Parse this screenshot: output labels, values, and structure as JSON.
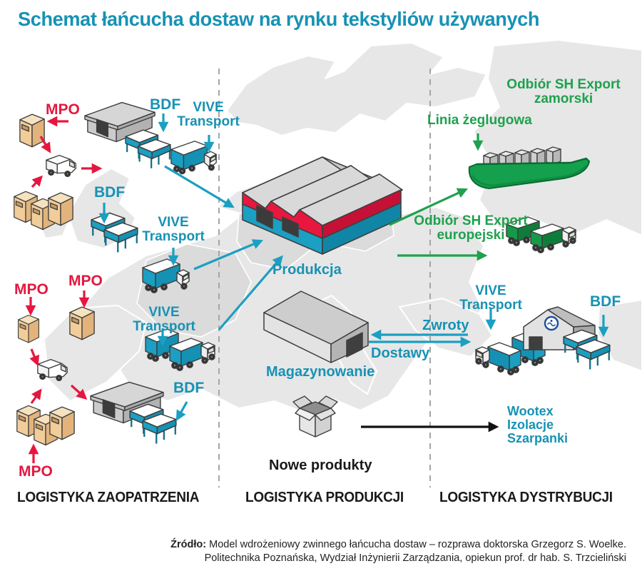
{
  "title": "Schemat łańcucha dostaw na rynku tekstyliów używanych",
  "colors": {
    "accent_teal": "#1792b4",
    "accent_red": "#e5173f",
    "accent_green": "#1fa14e",
    "map_gray": "#e7e7e7",
    "text_black": "#1a1a1a"
  },
  "labels": {
    "mpo": "MPO",
    "bdf": "BDF",
    "vive_1": "VIVE",
    "vive_2": "Transport",
    "produkcja": "Produkcja",
    "magazynowanie": "Magazynowanie",
    "nowe_produkty": "Nowe produkty",
    "zwroty": "Zwroty",
    "dostawy": "Dostawy",
    "odbior_sh_export": "Odbiór SH Export",
    "zamorski": "zamorski",
    "europejski": "europejski",
    "linia_zeglugowa": "Linia żeglugowa",
    "wootex": "Wootex",
    "izolacje": "Izolacje",
    "szarpanki": "Szarpanki"
  },
  "sections": {
    "zaopatrzenie": "LOGISTYKA ZAOPATRZENIA",
    "produkcja": "LOGISTYKA PRODUKCJI",
    "dystrybucja": "LOGISTYKA DYSTRYBUCJI"
  },
  "source": {
    "label": "Źródło:",
    "line1": "Model wdrożeniowy zwinnego łańcucha dostaw – rozprawa doktorska Grzegorz S. Woelke.",
    "line2": "Politechnika Poznańska, Wydział Inżynierii Zarządzania, opiekun prof. dr hab. S. Trzcieliński"
  }
}
